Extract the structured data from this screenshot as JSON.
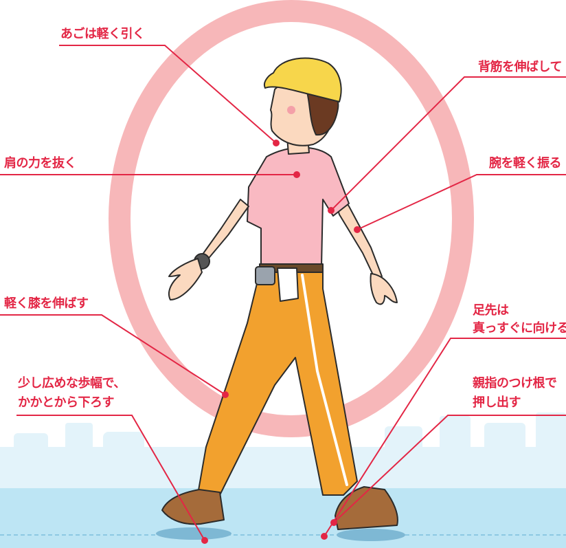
{
  "labels": {
    "chin": "あごは軽く引く",
    "back": "背筋を伸ばして",
    "shoulder": "肩の力を抜く",
    "arm": "腕を軽く振る",
    "knee": "軽く膝を伸ばす",
    "toe_line1": "足先は",
    "toe_line2": "真っすぐに向ける",
    "stride_line1": "少し広めな歩幅で、",
    "stride_line2": "かかとから下ろす",
    "bigtoe_line1": "親指のつけ根で",
    "bigtoe_line2": "押し出す"
  },
  "colors": {
    "accent": "#e32645",
    "ring": "#f7b7b9",
    "shirt": "#f9b9c2",
    "pants": "#f2a12e",
    "cap": "#f7d64b",
    "ground": "#bfe6f5",
    "skyline": "#e6f4fb"
  }
}
